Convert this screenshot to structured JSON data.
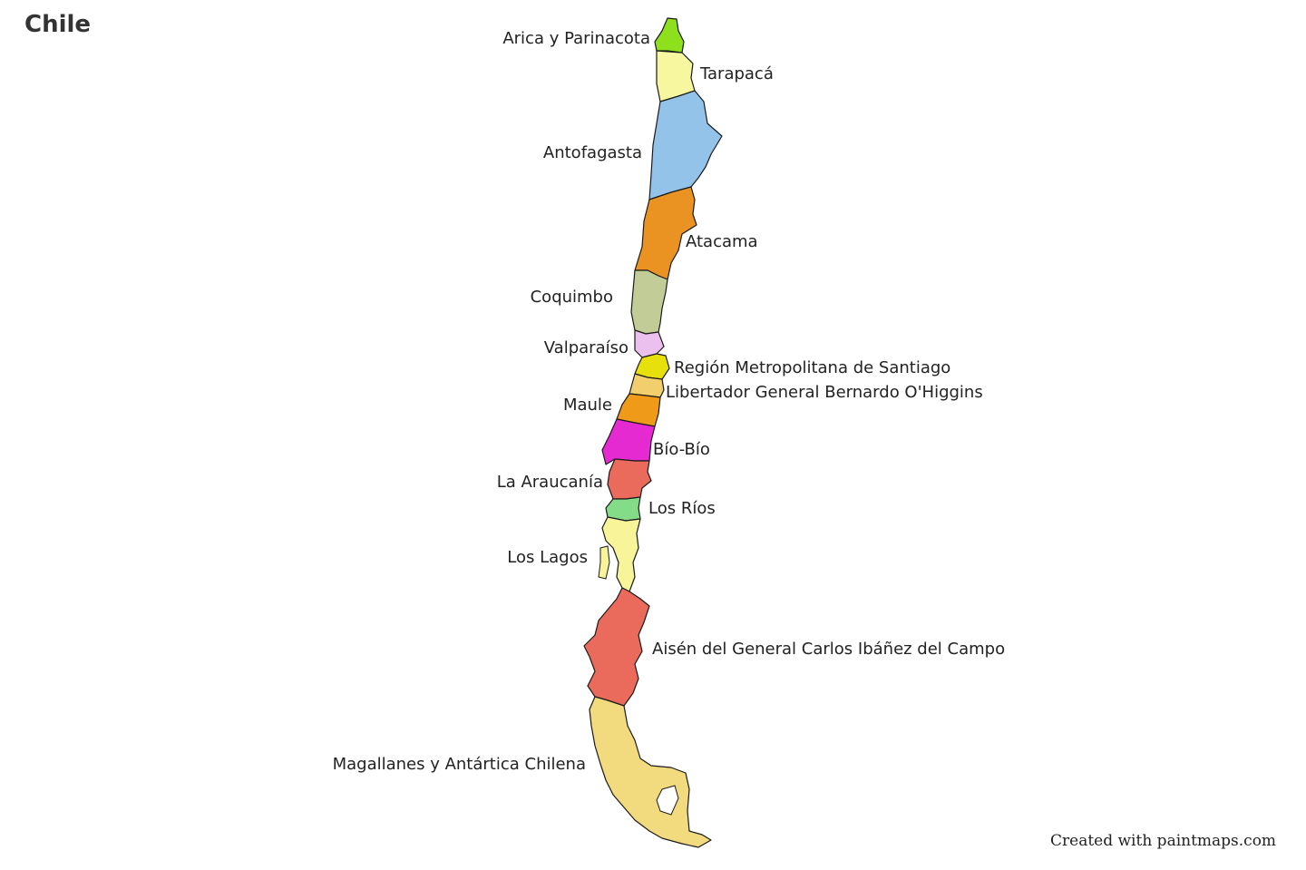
{
  "title": "Chile",
  "credit": "Created with paintmaps.com",
  "regions": [
    {
      "id": "arica",
      "name": "Arica y Parinacota",
      "color": "#8ee01c"
    },
    {
      "id": "tarapaca",
      "name": "Tarapacá",
      "color": "#f7f7a0"
    },
    {
      "id": "antofagasta",
      "name": "Antofagasta",
      "color": "#94c3ea"
    },
    {
      "id": "atacama",
      "name": "Atacama",
      "color": "#ea9322"
    },
    {
      "id": "coquimbo",
      "name": "Coquimbo",
      "color": "#c2cc97"
    },
    {
      "id": "valparaiso",
      "name": "Valparaíso",
      "color": "#ecc0ee"
    },
    {
      "id": "metropolitana",
      "name": "Región Metropolitana de Santiago",
      "color": "#e8e00c"
    },
    {
      "id": "ohiggins",
      "name": "Libertador General Bernardo O'Higgins",
      "color": "#f2cf6c"
    },
    {
      "id": "maule",
      "name": "Maule",
      "color": "#ef9a18"
    },
    {
      "id": "biobio",
      "name": "Bío-Bío",
      "color": "#e62ad2"
    },
    {
      "id": "araucania",
      "name": "La Araucanía",
      "color": "#ea6a5c"
    },
    {
      "id": "losrios",
      "name": "Los Ríos",
      "color": "#84dc88"
    },
    {
      "id": "loslagos",
      "name": "Los Lagos",
      "color": "#f7f49a"
    },
    {
      "id": "aisen",
      "name": "Aisén del General Carlos Ibáñez del Campo",
      "color": "#ea6a5c"
    },
    {
      "id": "magallanes",
      "name": "Magallanes y Antártica Chilena",
      "color": "#f2da7e"
    }
  ]
}
